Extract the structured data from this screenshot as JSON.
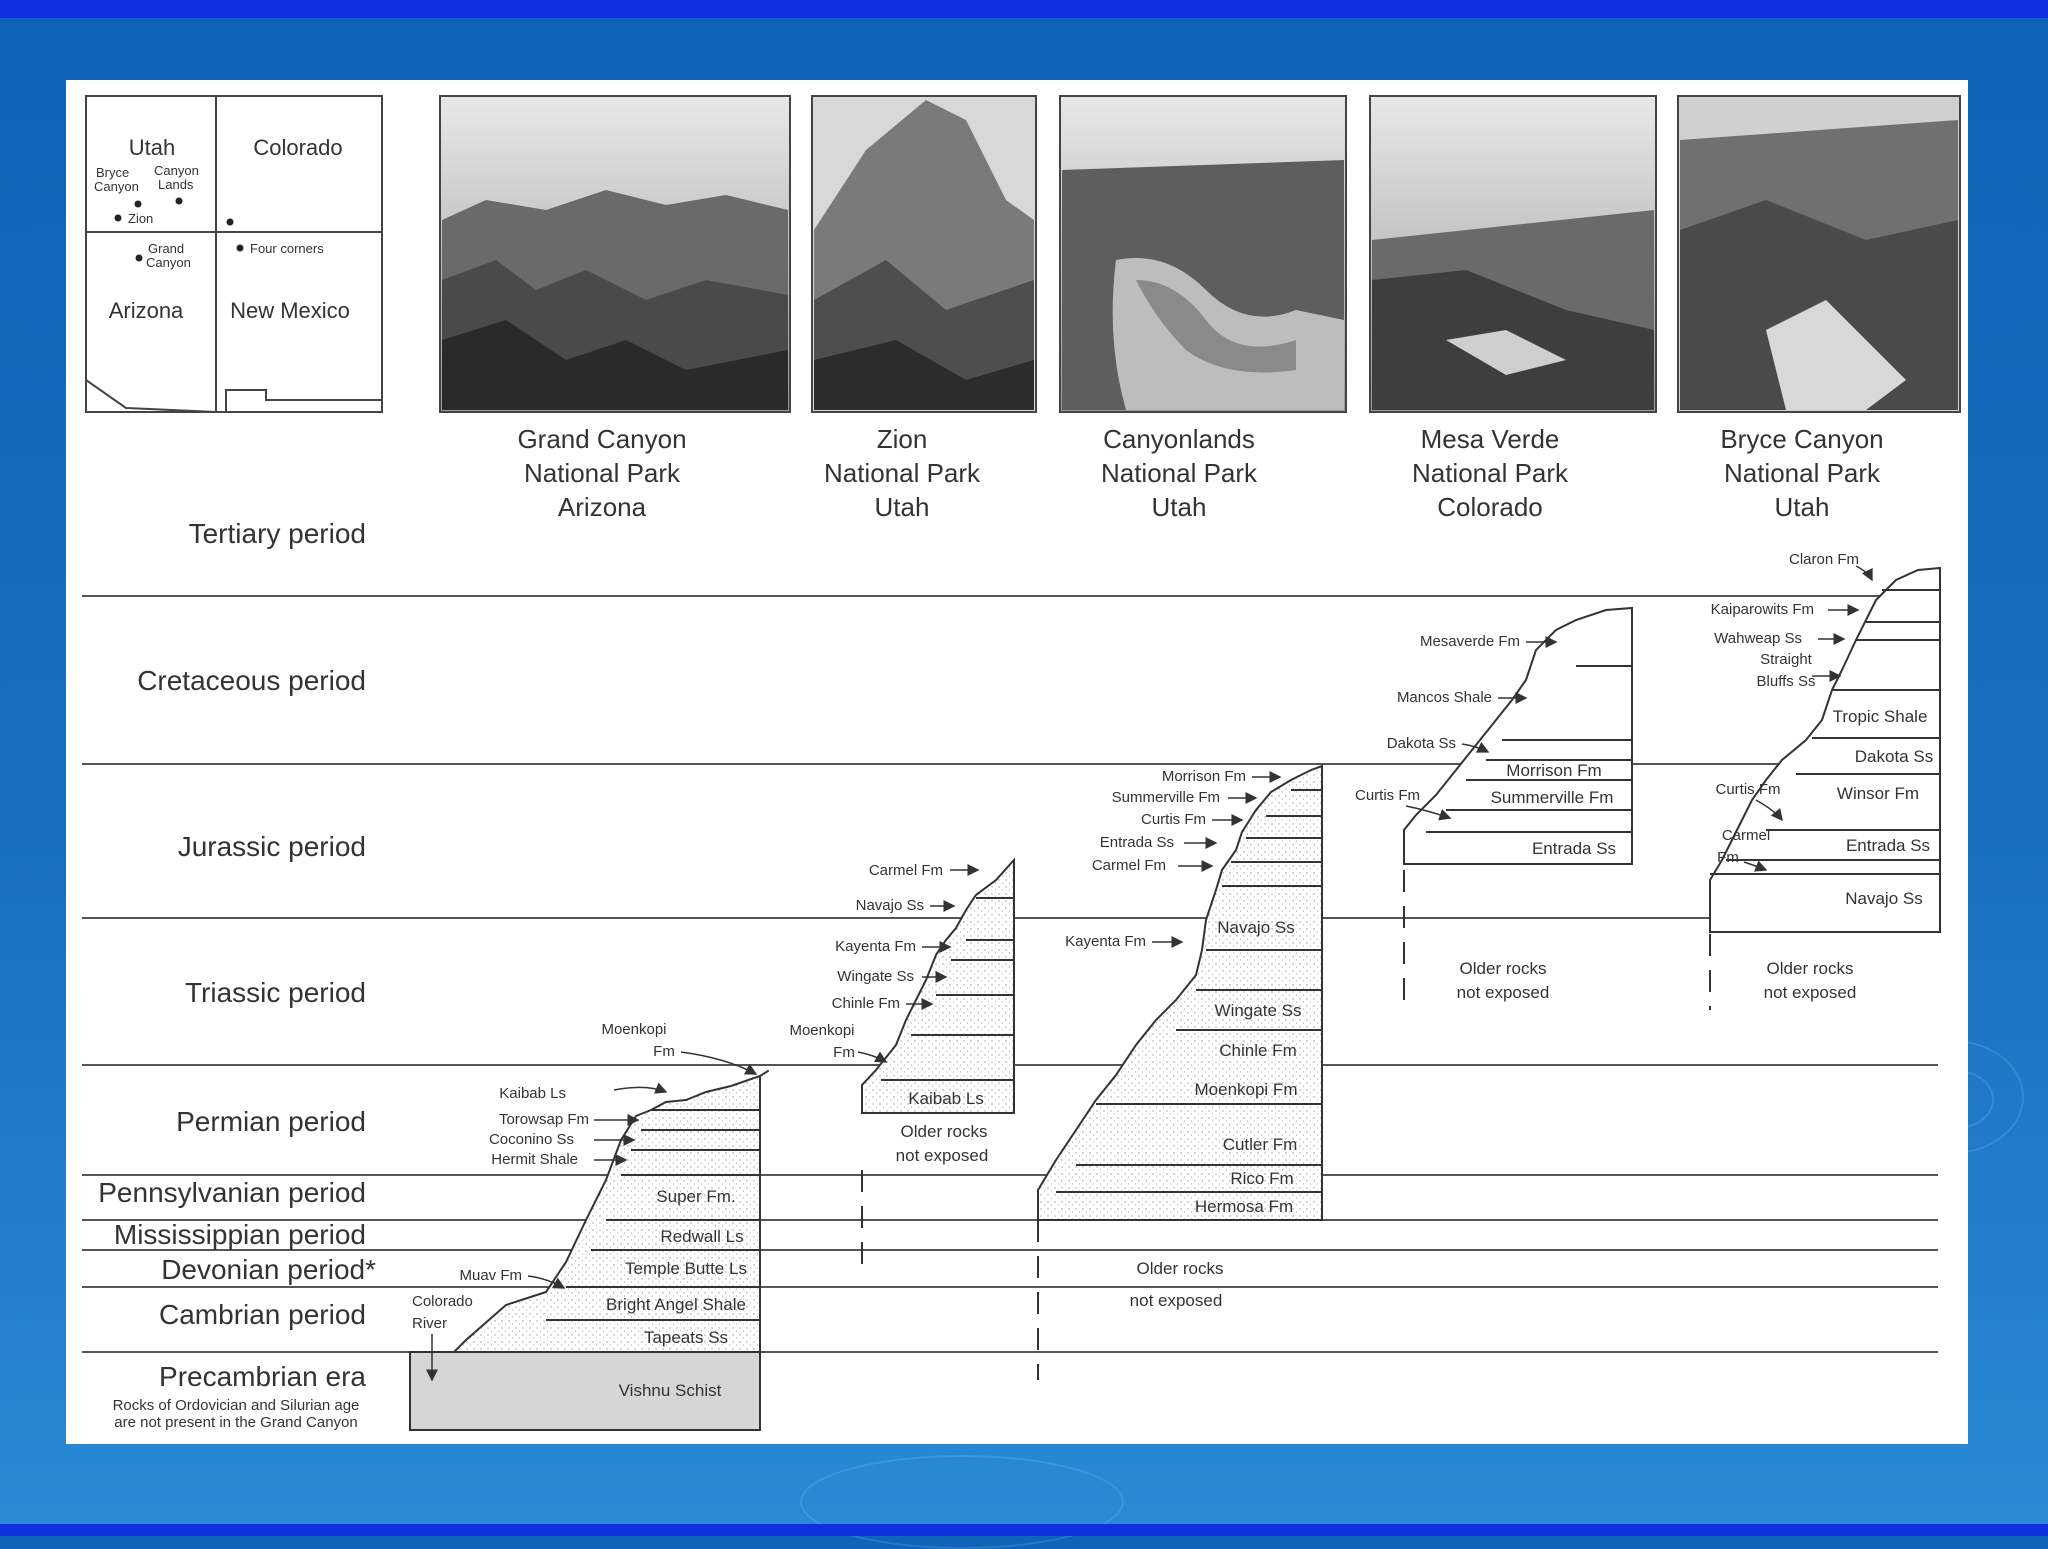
{
  "map": {
    "states": [
      "Utah",
      "Colorado",
      "Arizona",
      "New Mexico"
    ],
    "sites": [
      "Bryce Canyon",
      "Canyon Lands",
      "Zion",
      "Grand Canyon",
      "Four corners"
    ],
    "bryce_l1": "Bryce",
    "bryce_l2": "Canyon",
    "canyon_l1": "Canyon",
    "canyon_l2": "Lands",
    "grand_l1": "Grand",
    "grand_l2": "Canyon"
  },
  "parks": [
    {
      "name": "Grand Canyon",
      "sub": "National Park",
      "state": "Arizona"
    },
    {
      "name": "Zion",
      "sub": "National Park",
      "state": "Utah"
    },
    {
      "name": "Canyonlands",
      "sub": "National Park",
      "state": "Utah"
    },
    {
      "name": "Mesa Verde",
      "sub": "National Park",
      "state": "Colorado"
    },
    {
      "name": "Bryce Canyon",
      "sub": "National Park",
      "state": "Utah"
    }
  ],
  "periods": [
    "Tertiary period",
    "Cretaceous period",
    "Jurassic period",
    "Triassic period",
    "Permian period",
    "Pennsylvanian period",
    "Mississippian period",
    "Devonian period*",
    "Cambrian period",
    "Precambrian era"
  ],
  "footnote": [
    "Rocks of Ordovician and Silurian age",
    "are not present in the Grand Canyon"
  ],
  "gc": {
    "units": [
      "Super Fm.",
      "Redwall Ls",
      "Temple Butte Ls",
      "Bright Angel Shale",
      "Tapeats Ss",
      "Vishnu Schist"
    ],
    "labels": [
      "Kaibab Ls",
      "Torowsap Fm",
      "Coconino Ss",
      "Hermit Shale",
      "Muav Fm"
    ],
    "moenkopi": [
      "Moenkopi",
      "Fm"
    ],
    "river": [
      "Colorado",
      "River"
    ]
  },
  "zion": {
    "units": [
      "Kaibab Ls"
    ],
    "labels": [
      "Carmel Fm",
      "Navajo Ss",
      "Kayenta Fm",
      "Wingate Ss",
      "Chinle Fm"
    ],
    "moenkopi": [
      "Moenkopi",
      "Fm"
    ],
    "older": [
      "Older rocks",
      "not exposed"
    ]
  },
  "cl": {
    "units": [
      "Navajo Ss",
      "Wingate Ss",
      "Chinle Fm",
      "Moenkopi Fm",
      "Cutler Fm",
      "Rico Fm",
      "Hermosa Fm"
    ],
    "labels": [
      "Morrison Fm",
      "Summerville Fm",
      "Curtis Fm",
      "Entrada Ss",
      "Carmel Fm",
      "Kayenta Fm"
    ],
    "older": [
      "Older rocks",
      "not exposed"
    ]
  },
  "mv": {
    "units": [
      "Morrison Fm",
      "Summerville Fm",
      "Entrada Ss"
    ],
    "labels": [
      "Mesaverde Fm",
      "Mancos Shale",
      "Dakota Ss",
      "Curtis Fm"
    ],
    "older": [
      "Older rocks",
      "not exposed"
    ]
  },
  "bc": {
    "units": [
      "Tropic Shale",
      "Dakota Ss",
      "Winsor Fm",
      "Entrada Ss",
      "Navajo Ss"
    ],
    "labels": [
      "Claron Fm",
      "Kaiparowits Fm",
      "Wahweap Ss",
      "Curtis Fm"
    ],
    "straight": [
      "Straight",
      "Bluffs Ss"
    ],
    "carmel": [
      "Carmel",
      "Fm"
    ],
    "older": [
      "Older rocks",
      "not exposed"
    ]
  }
}
